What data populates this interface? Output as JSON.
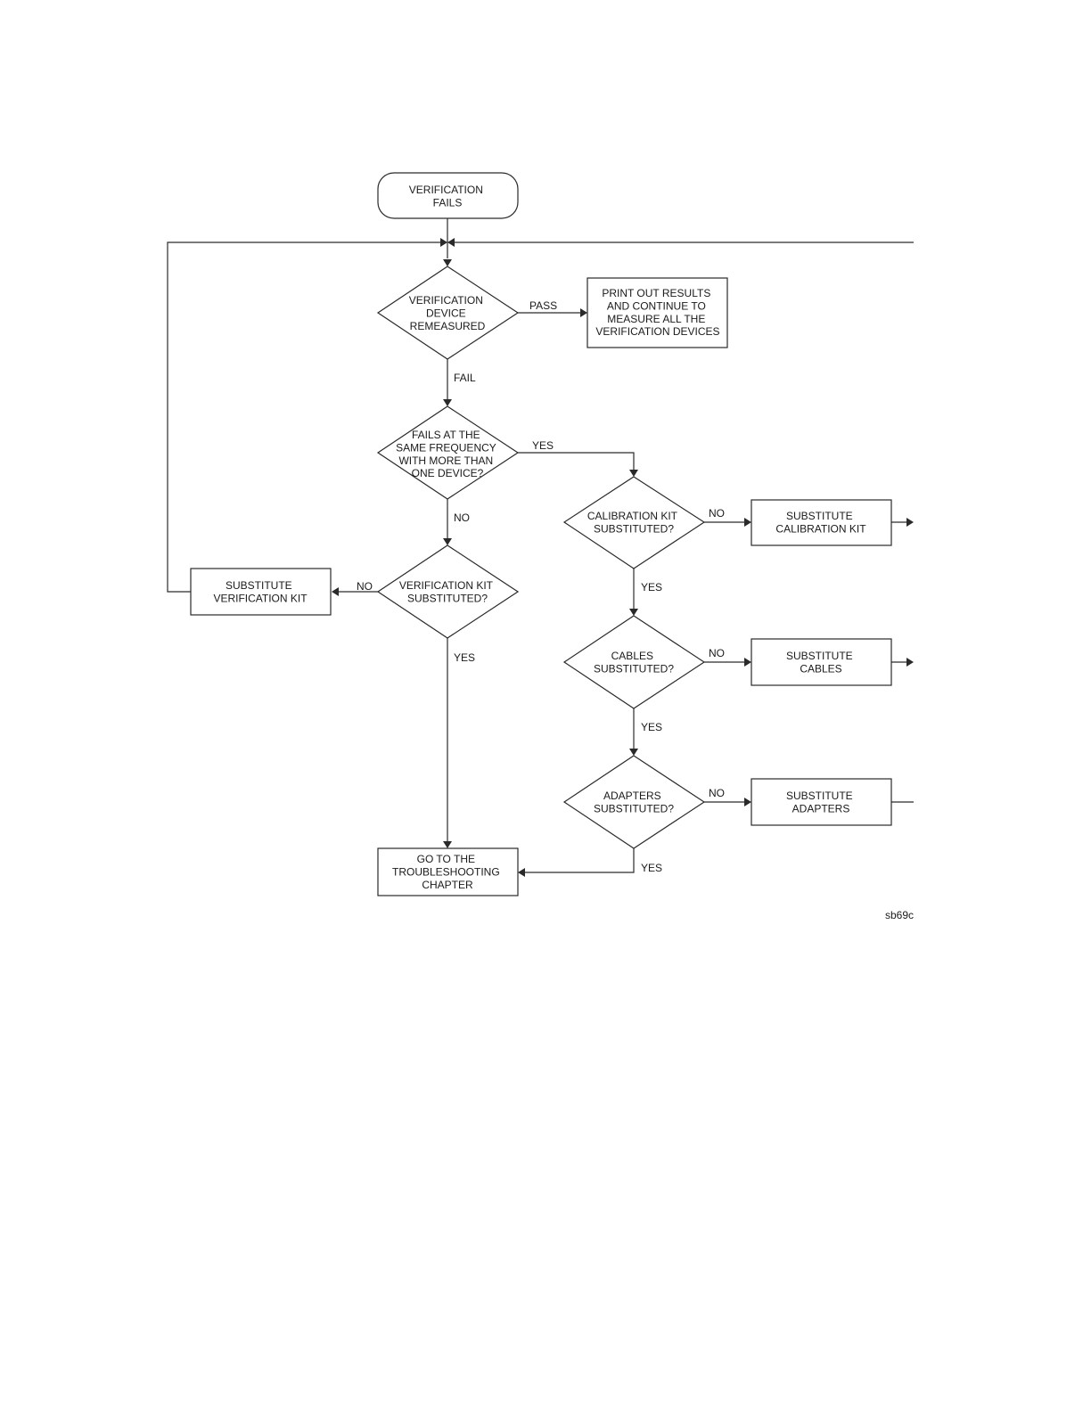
{
  "nodes": {
    "start": [
      "VERIFICATION",
      "FAILS"
    ],
    "remeasured": [
      "VERIFICATION",
      "DEVICE",
      "REMEASURED"
    ],
    "print_results": [
      "PRINT OUT RESULTS",
      "AND CONTINUE TO",
      "MEASURE ALL THE",
      "VERIFICATION DEVICES"
    ],
    "same_freq": [
      "FAILS AT THE",
      "SAME FREQUENCY",
      "WITH MORE THAN",
      "ONE DEVICE?"
    ],
    "calkit_q": [
      "CALIBRATION KIT",
      "SUBSTITUTED?"
    ],
    "sub_calkit": [
      "SUBSTITUTE",
      "CALIBRATION KIT"
    ],
    "verkit_q": [
      "VERIFICATION KIT",
      "SUBSTITUTED?"
    ],
    "sub_verkit": [
      "SUBSTITUTE",
      "VERIFICATION KIT"
    ],
    "cables_q": [
      "CABLES",
      "SUBSTITUTED?"
    ],
    "sub_cables": [
      "SUBSTITUTE",
      "CABLES"
    ],
    "adapters_q": [
      "ADAPTERS",
      "SUBSTITUTED?"
    ],
    "sub_adapters": [
      "SUBSTITUTE",
      "ADAPTERS"
    ],
    "troubleshoot": [
      "GO TO THE",
      "TROUBLESHOOTING",
      "CHAPTER"
    ]
  },
  "edge_labels": {
    "pass": "PASS",
    "fail": "FAIL",
    "yes_same_freq": "YES",
    "no_same_freq": "NO",
    "no_calkit": "NO",
    "yes_calkit": "YES",
    "no_verkit": "NO",
    "yes_verkit": "YES",
    "no_cables": "NO",
    "yes_cables": "YES",
    "no_adapters": "NO",
    "yes_adapters": "YES"
  },
  "figure_id": "sb69c"
}
